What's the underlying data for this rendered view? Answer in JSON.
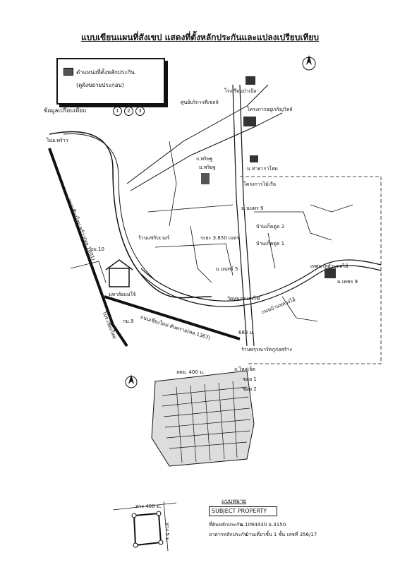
{
  "title": "แบบเขียนแผนที่สังเขป แสดงที่ตั้งหลักประกันและแปลงเปรียบเทียบ",
  "legend": {
    "location_label": "ตำแหน่งที่ตั้งหลักประกัน",
    "location_sub": "(ดูผังขยายประกอบ)"
  },
  "comparables": {
    "label": "ข้อมูลเปรียบเทียบ",
    "numbers": [
      "1",
      "2",
      "3"
    ]
  },
  "places": {
    "school": "โรงเรียนป่าเป้อ",
    "shopping_center": "ศูนย์บริการดีเซลล์",
    "project_top": "โครงการอยู่เจริญวิลล์",
    "village_tharai": "ม.ท่าธาราโฮม",
    "prison": "ม.พริษฐ",
    "prison_road": "ถ.พริษฐ",
    "tree_project": "โครงการไม้เรือ",
    "village_9": "ม.นนทร 9",
    "baan_kaew_2": "บ้านเก็ตดูด 2",
    "baan_kaew_1": "บ้านเก็ตดูด 1",
    "shop_left": "ร้านแซ่รับเวอร์",
    "distance_label": "ระยะ 3.850 เมตร",
    "village_5": "ม.นนทร์ 5",
    "temple": "วัดหนองแสงไฟ",
    "right_village": "เทศบาลตำบลสไม้",
    "phet_9": "ม.เพชร 9",
    "market": "มหาลัยแม่โจ้",
    "gas": "ร้านพรุรณารัตภูก่อสร้าง",
    "road_left_top": "ไปอ.พร้าว",
    "road_chiangmai_phrao": "ถนนเชียงใหม่-พร้าว(ทล.1001)",
    "road_chiangmai_sankamphaeng": "ถนนเชียงใหม่-สันทราย(ทล.1367)",
    "road_nongkhwai": "ถนนบ้านหลวงไอ้",
    "road_chiangmai_left": "ไปจ.เชียงใหม่",
    "km_10": "กม.10",
    "km_9": "กม.9",
    "dist_683": "683 ม.",
    "road_jed": "ถ.ไหล่เจ็ด",
    "road_north_lane": "ซอย 1",
    "road_south_lane": "ซอย 2",
    "dist_400": "ลดย. 400 ม.",
    "subject_property": "SUBJECT PROPERTY",
    "legend_title": "แบบหมาย",
    "land_deed": "ที่ดินหลักประกัน",
    "land_deed_no": "ฉ.1094430 ฉ.3150",
    "building": "อาคารหลักประกัน",
    "building_desc": "บ้านเดี่ยวชั้น 1 ชั้น เลขที่ 356/17",
    "plan_a": "ทาง 400 ม.",
    "plan_b": "ทาง 5 ม."
  }
}
